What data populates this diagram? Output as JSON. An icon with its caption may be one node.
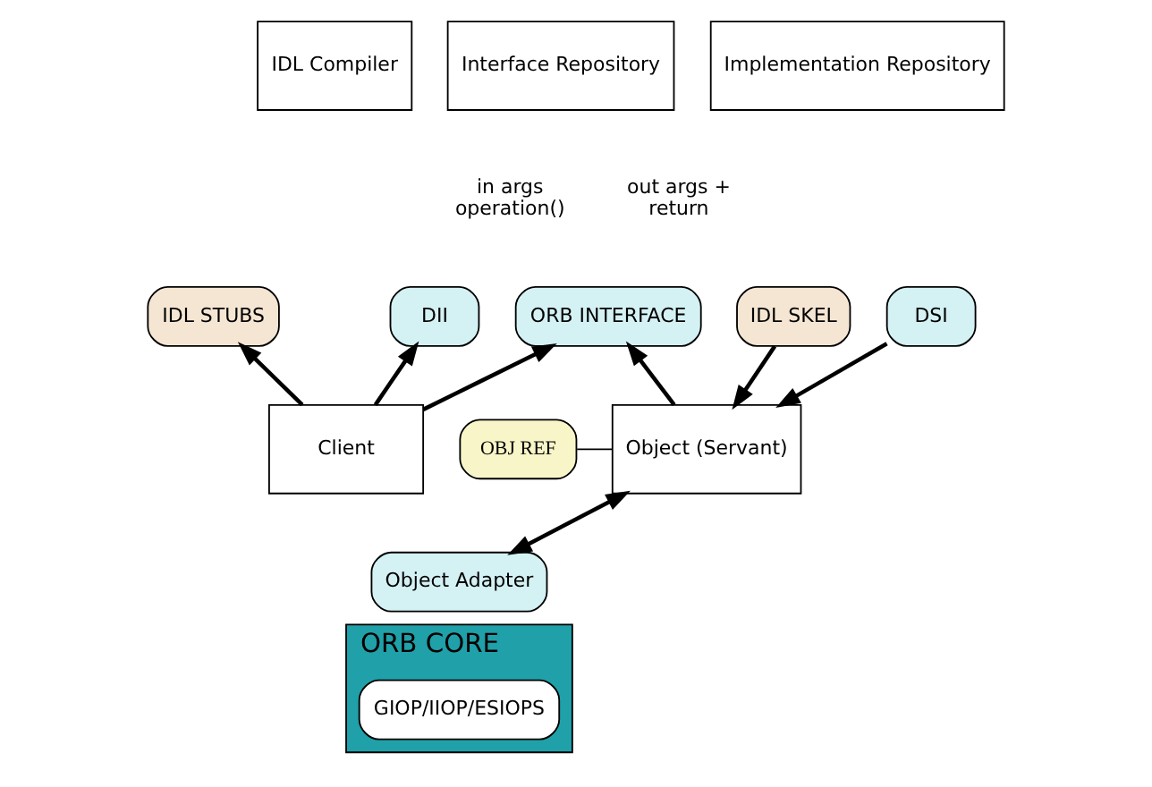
{
  "diagram": {
    "nodes": [
      {
        "text": [
          "Interface Repository"
        ]
      },
      {
        "text": [
          "IDL Compiler"
        ]
      },
      {
        "text": [
          "Implementation Repository"
        ]
      },
      {
        "text": [
          "Client"
        ]
      },
      {
        "text": [
          "OBJ REF"
        ]
      },
      {
        "text": [
          "Object (Servant)"
        ]
      },
      {
        "text": [
          "DII"
        ]
      },
      {
        "text": [
          "IDL STUBS"
        ]
      },
      {
        "text": [
          "ORB INTERFACE"
        ]
      },
      {
        "text": [
          "IDL SKEL"
        ]
      },
      {
        "text": [
          "DSI"
        ]
      },
      {
        "text": [
          "Object Adapter"
        ]
      },
      {
        "text": [
          "ORB CORE"
        ]
      },
      {
        "text": [
          "GIOP/IIOP/ESIOPS"
        ],
        "in": 12
      }
    ],
    "edges": [
      {
        "from": 4,
        "to": 5,
        "arrow": "none"
      },
      {
        "from": 3,
        "to": 6,
        "arrow": "to"
      },
      {
        "from": 3,
        "to": 7,
        "arrow": "to"
      },
      {
        "from": 3,
        "to": 8,
        "arrow": "to"
      },
      {
        "from": 5,
        "to": 8,
        "arrow": "to"
      },
      {
        "from": 9,
        "to": 5,
        "arrow": "to"
      },
      {
        "from": 10,
        "to": 5,
        "arrow": "to"
      },
      {
        "from": 5,
        "to": 11,
        "arrow": "both"
      }
    ],
    "labels": [
      "in args",
      "operation()",
      "out args +",
      "return"
    ]
  }
}
